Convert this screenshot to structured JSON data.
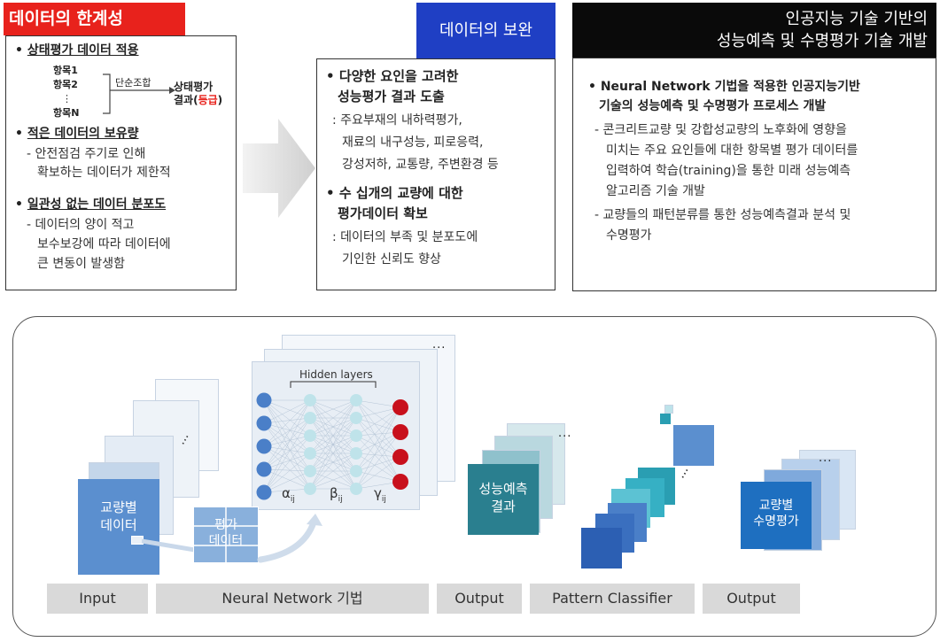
{
  "panel_limits": {
    "title": "데이터의 한계성",
    "item1_title": "상태평가 데이터 적용",
    "items": [
      "항목1",
      "항목2",
      "⋮",
      "항목N"
    ],
    "simple_combo": "단순조합",
    "result_line1": "상태평가",
    "result_line2_prefix": "결과(",
    "result_grade": "등급",
    "result_line2_suffix": ")",
    "item2_title": "적은 데이터의 보유량",
    "item2_desc": [
      "- 안전점검 주기로 인해",
      "확보하는 데이터가 제한적"
    ],
    "item3_title": "일관성 없는 데이터 분포도",
    "item3_desc": [
      "- 데이터의 양이 적고",
      "보수보강에 따라 데이터에",
      "큰 변동이 발생함"
    ]
  },
  "panel_supplement": {
    "title": "데이터의 보완",
    "item1_title": [
      "다양한 요인을 고려한",
      "성능평가 결과 도출"
    ],
    "item1_desc": [
      ": 주요부재의 내하력평가,",
      "재료의 내구성능, 피로응력,",
      "강성저하, 교통량, 주변환경 등"
    ],
    "item2_title": [
      "수 십개의 교량에 대한",
      "평가데이터 확보"
    ],
    "item2_desc": [
      ": 데이터의 부족 및 분포도에",
      "기인한 신뢰도 향상"
    ]
  },
  "panel_ai": {
    "title_line1": "인공지능 기술 기반의",
    "title_line2": "성능예측 및 수명평가 기술 개발",
    "item_title": [
      "Neural Network 기법을 적용한 인공지능기반",
      "기술의 성능예측 및 수명평가 프로세스 개발"
    ],
    "desc": [
      "- 콘크리트교량 및 강합성교량의 노후화에 영향을",
      "미치는 주요 요인들에 대한 항목별 평가 데이터를",
      "입력하여 학습(training)을 통한 미래 성능예측",
      "알고리즘 기술 개발",
      "- 교량들의 패턴분류를 통한 성능예측결과 분석 및",
      "수명평가"
    ]
  },
  "process": {
    "input_box": [
      "교량별",
      "데이터"
    ],
    "eval_box": [
      "평가",
      "데이터"
    ],
    "hidden_layers": "Hidden layers",
    "alpha": "α",
    "alpha_sub": "ij",
    "beta": "β",
    "beta_sub": "ij",
    "gamma": "γ",
    "gamma_sub": "ij",
    "ellipsis": "...",
    "vdots": "⋮",
    "output_box": [
      "성능예측",
      "결과"
    ],
    "final_box": [
      "교량별",
      "수명평가"
    ],
    "labels": [
      "Input",
      "Neural Network 기법",
      "Output",
      "Pattern Classifier",
      "Output"
    ]
  },
  "colors": {
    "red": "#e8221c",
    "blue": "#1f3fc4",
    "black": "#0a0a0a",
    "node_blue": "#4a7fc8",
    "node_cyan": "#bfe3ea",
    "node_red": "#c8101c",
    "teal": "#2a7f8f",
    "bright_blue": "#1e6fc0"
  }
}
